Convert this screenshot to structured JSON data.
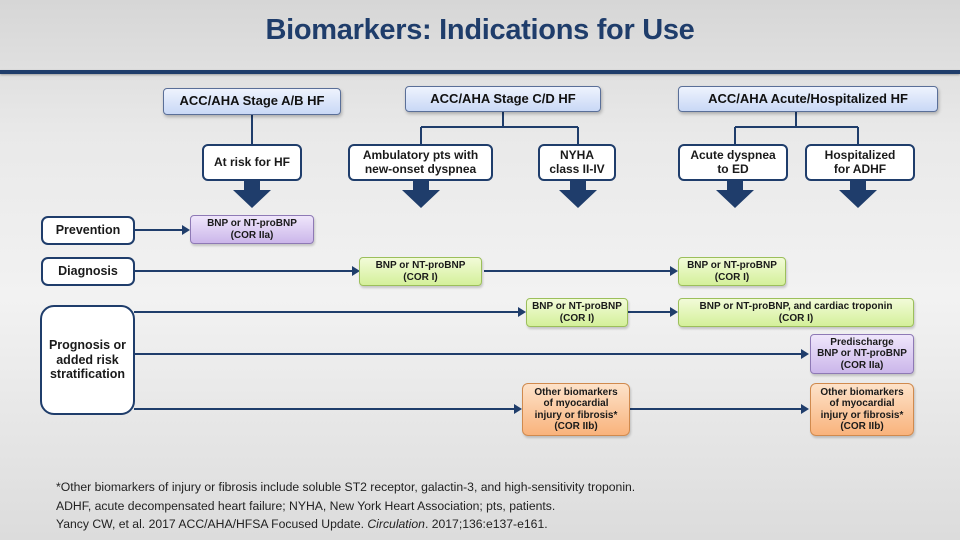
{
  "title": "Biomarkers: Indications for Use",
  "stages": [
    {
      "label": "ACC/AHA Stage A/B HF"
    },
    {
      "label": "ACC/AHA Stage C/D HF"
    },
    {
      "label": "ACC/AHA Acute/Hospitalized HF"
    }
  ],
  "populations": [
    {
      "label": "At risk for HF"
    },
    {
      "label": "Ambulatory pts with\nnew-onset dyspnea"
    },
    {
      "label": "NYHA\nclass II-IV"
    },
    {
      "label": "Acute dyspnea\nto ED"
    },
    {
      "label": "Hospitalized\nfor ADHF"
    }
  ],
  "categories": [
    {
      "label": "Prevention"
    },
    {
      "label": "Diagnosis"
    },
    {
      "label": "Prognosis or\nadded risk\nstratification"
    }
  ],
  "recommendations": {
    "prevention_stage_ab": {
      "label": "BNP or NT-proBNP\n(COR IIa)",
      "color": "purple"
    },
    "diagnosis_ambulatory": {
      "label": "BNP or NT-proBNP\n(COR I)",
      "color": "green"
    },
    "diagnosis_acute": {
      "label": "BNP or NT-proBNP\n(COR I)",
      "color": "green"
    },
    "prognosis_nyha": {
      "label": "BNP or NT-proBNP\n(COR I)",
      "color": "green"
    },
    "prognosis_acute": {
      "label": "BNP or NT-proBNP, and cardiac troponin\n(COR I)",
      "color": "green"
    },
    "prognosis_predischarge": {
      "label": "Predischarge\nBNP or NT-proBNP\n(COR IIa)",
      "color": "purple"
    },
    "other_nyha": {
      "label": "Other biomarkers\nof myocardial\ninjury or fibrosis*\n(COR IIb)",
      "color": "orange"
    },
    "other_hospitalized": {
      "label": "Other biomarkers\nof myocardial\ninjury or fibrosis*\n(COR IIb)",
      "color": "orange"
    }
  },
  "footnotes": {
    "line1": "*Other biomarkers of injury or fibrosis include soluble ST2 receptor, galactin-3, and high-sensitivity troponin.",
    "line2": "ADHF, acute decompensated heart failure; NYHA, New York Heart Association; pts, patients.",
    "line3_prefix": "Yancy CW, et al. 2017 ACC/AHA/HFSA Focused Update. ",
    "line3_journal": "Circulation",
    "line3_suffix": ". 2017;136:e137-e161."
  },
  "colors": {
    "navy": "#1f3d6b",
    "green": "#d4f09a",
    "purple": "#cbb6ea",
    "orange": "#f9b37c",
    "stage": "#c9d8f6"
  }
}
